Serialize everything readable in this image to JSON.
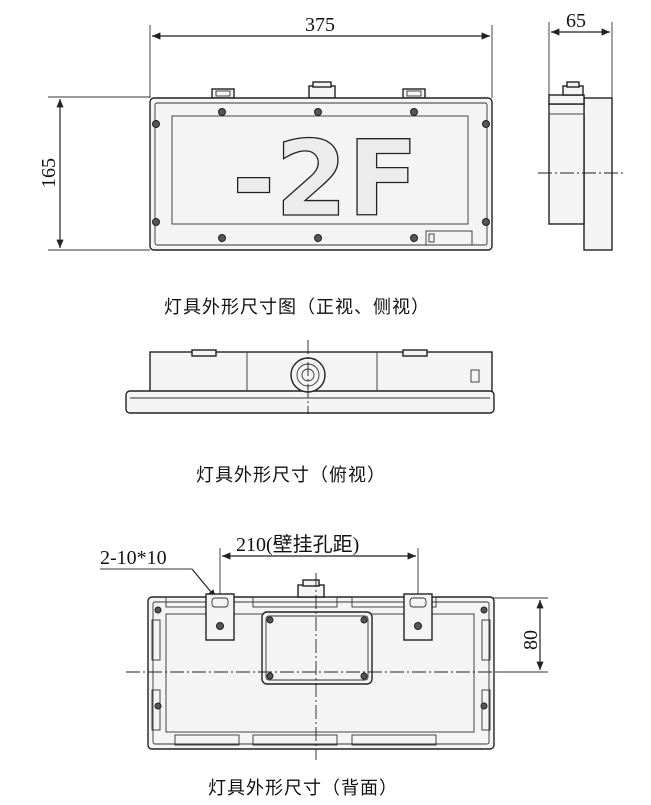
{
  "front_side_view": {
    "dim_width": "375",
    "dim_height": "165",
    "dim_depth": "65",
    "sign_text": "-2F",
    "caption": "灯具外形尺寸图（正视、侧视）"
  },
  "top_view": {
    "caption": "灯具外形尺寸（俯视）"
  },
  "back_view": {
    "dim_holes": "2-10*10",
    "dim_hole_spacing": "210(壁挂孔距)",
    "dim_vertical": "80",
    "caption": "灯具外形尺寸（背面）"
  }
}
